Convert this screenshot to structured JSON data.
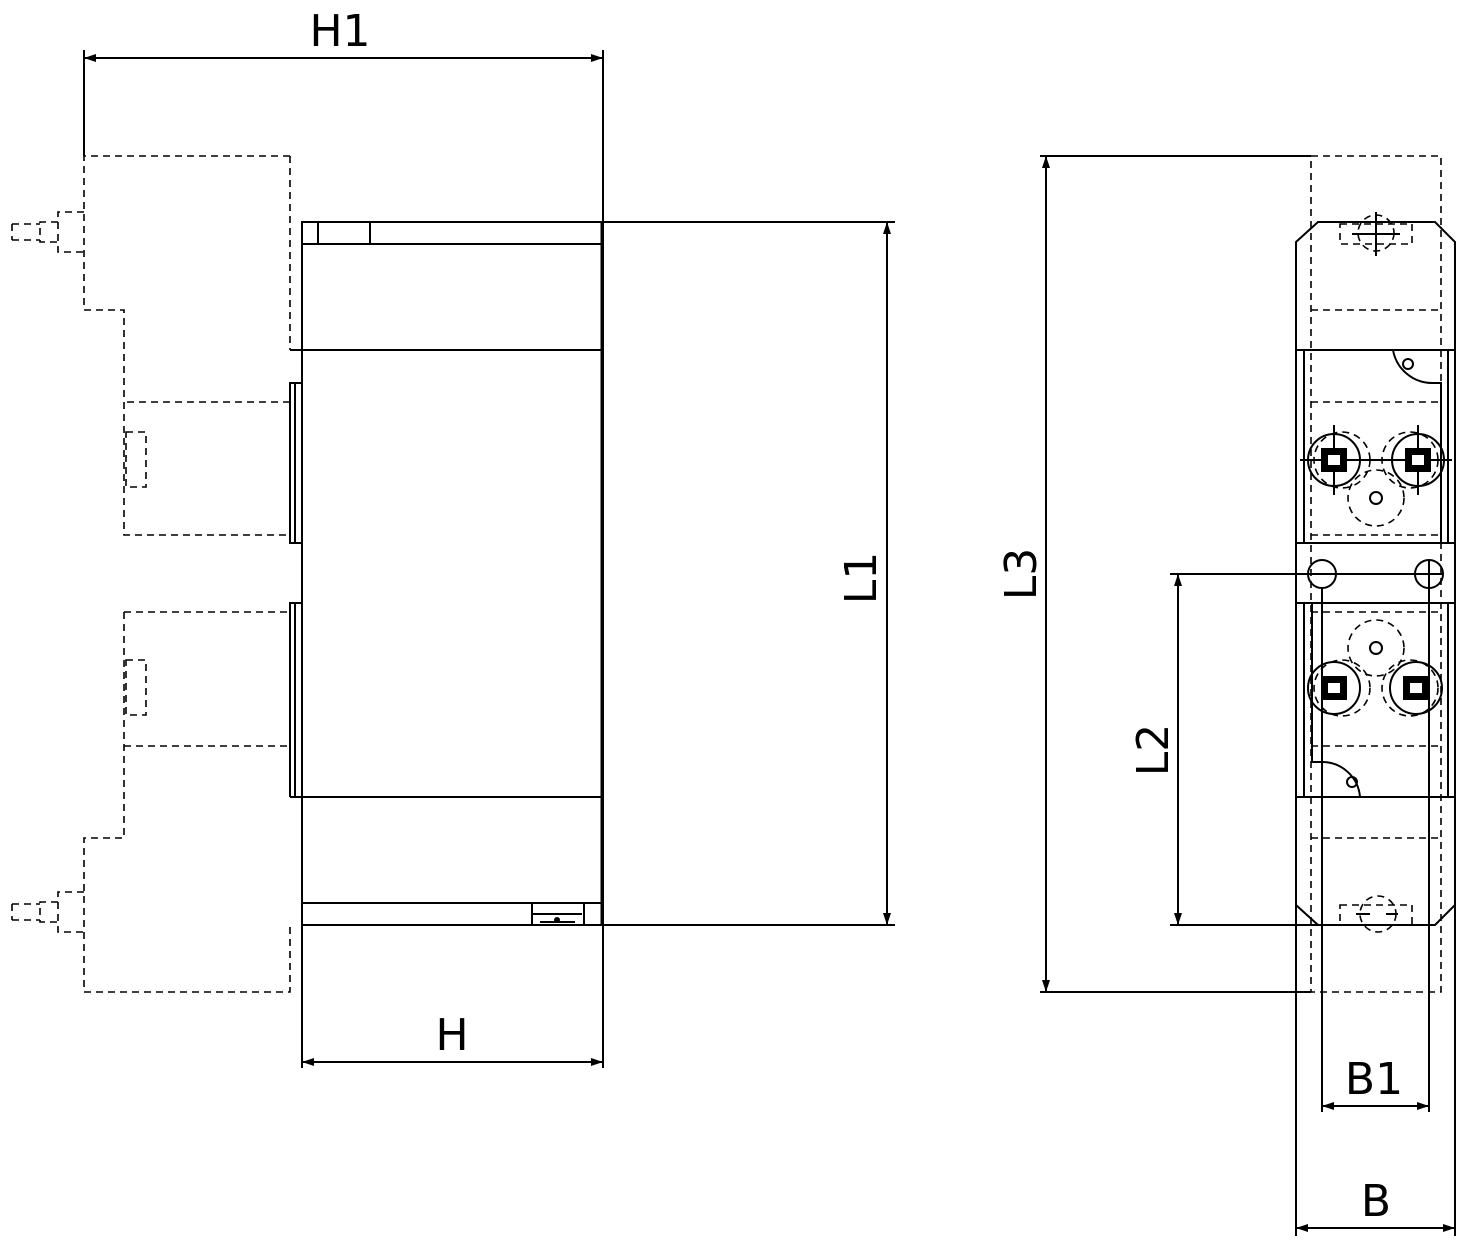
{
  "dimensions": {
    "h1": "H1",
    "h": "H",
    "l1": "L1",
    "l2": "L2",
    "l3": "L3",
    "b1": "B1",
    "b": "B"
  }
}
